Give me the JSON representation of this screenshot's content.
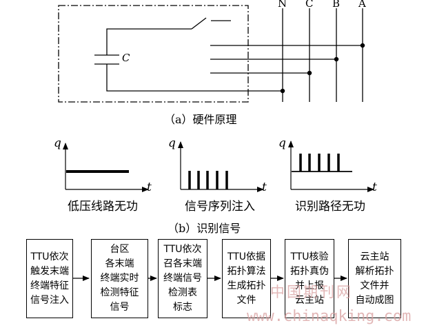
{
  "hardware": {
    "phase_labels": [
      "N",
      "C",
      "B",
      "A"
    ],
    "capacitor_label": "C",
    "caption": "（a）硬件原理"
  },
  "plots": {
    "axis_q": "q",
    "axis_t": "t",
    "items": [
      {
        "label": "低压线路无功",
        "signal": "constant"
      },
      {
        "label": "信号序列注入",
        "signal": "pulses",
        "pulses": 5
      },
      {
        "label": "识别路径无功",
        "signal": "pulses-on-baseline",
        "pulses": 5
      }
    ],
    "caption": "（b）识别信号"
  },
  "flow": {
    "steps": [
      "TTU依次\n触发末端\n终端特征\n信号注入",
      "台区\n各末端\n终端实时\n检测特征\n信号",
      "TTU依次\n召各末端\n终端信号\n检测表\n标志",
      "TTU依据\n拓扑算法\n生成拓扑\n文件",
      "TTU核验\n拓扑真伪\n并上报\n云主站",
      "云主站\n解析拓扑\n文件并\n自动成图"
    ]
  },
  "watermark": {
    "line1": "中国期刊网",
    "line2": "www.chinaqking.com"
  }
}
